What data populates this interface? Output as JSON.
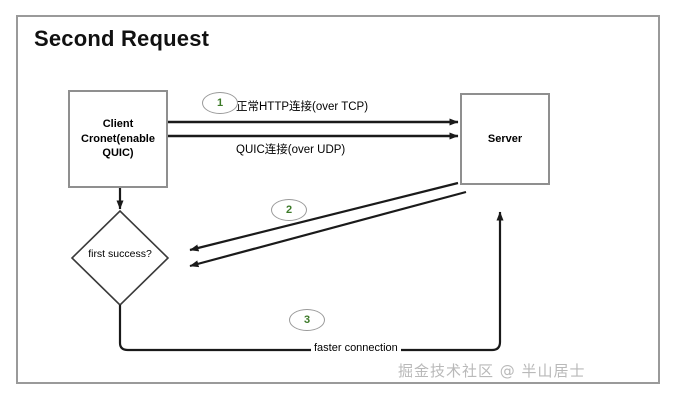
{
  "diagram": {
    "title": "Second Request",
    "watermark": "掘金技术社区 @ 半山居士",
    "nodes": {
      "client": "Client\nCronet(enable\nQUIC)",
      "client_line1": "Client",
      "client_line2": "Cronet(enable",
      "client_line3": "QUIC)",
      "server": "Server",
      "decision": "first success?"
    },
    "edges": {
      "http_label": "正常HTTP连接(over TCP)",
      "quic_label": "QUIC连接(over UDP)",
      "faster_label": "faster connection"
    },
    "markers": [
      {
        "id": "1",
        "label": "1"
      },
      {
        "id": "2",
        "label": "2"
      },
      {
        "id": "3",
        "label": "3"
      }
    ],
    "colors": {
      "frame_border": "#9a9a9a",
      "node_border": "#8f8f8f",
      "arrow": "#1a1a1a",
      "marker_text": "#3c7a28",
      "marker_border": "#9a9a9a",
      "watermark": "#b9b9b9",
      "title_text": "#111111"
    }
  }
}
